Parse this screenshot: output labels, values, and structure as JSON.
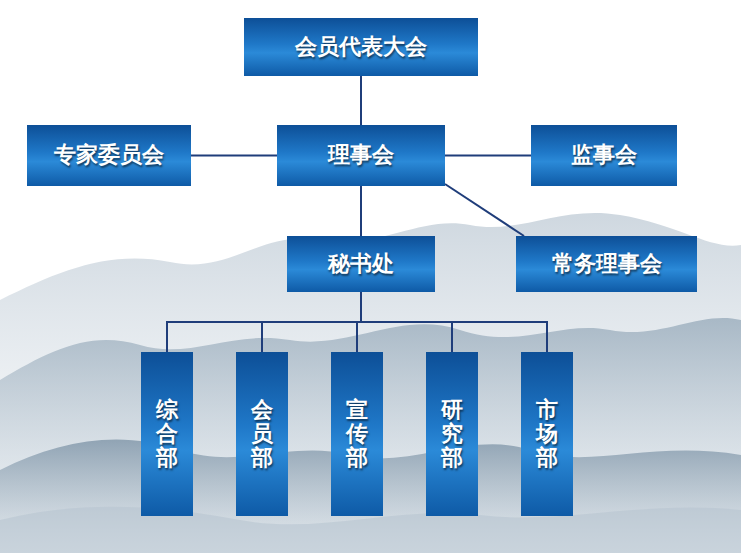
{
  "diagram": {
    "nodes": [
      {
        "text": [
          "会员代表大会"
        ]
      },
      {
        "text": [
          "专家委员会"
        ]
      },
      {
        "text": [
          "理事会"
        ]
      },
      {
        "text": [
          "监事会"
        ]
      },
      {
        "text": [
          "秘书处"
        ]
      },
      {
        "text": [
          "常务理事会"
        ]
      },
      {
        "text": [
          "综合部"
        ]
      },
      {
        "text": [
          "会员部"
        ]
      },
      {
        "text": [
          "宣传部"
        ]
      },
      {
        "text": [
          "研究部"
        ]
      },
      {
        "text": [
          "市场部"
        ]
      }
    ],
    "edges": [
      {
        "from": 0,
        "to": 2,
        "arrow": "none"
      },
      {
        "from": 2,
        "to": 1,
        "arrow": "none"
      },
      {
        "from": 2,
        "to": 3,
        "arrow": "none"
      },
      {
        "from": 2,
        "to": 4,
        "arrow": "none"
      },
      {
        "from": 2,
        "to": 5,
        "arrow": "none"
      },
      {
        "from": 4,
        "to": 6,
        "arrow": "none"
      },
      {
        "from": 4,
        "to": 7,
        "arrow": "none"
      },
      {
        "from": 4,
        "to": 8,
        "arrow": "none"
      },
      {
        "from": 4,
        "to": 9,
        "arrow": "none"
      },
      {
        "from": 4,
        "to": 10,
        "arrow": "none"
      }
    ]
  }
}
